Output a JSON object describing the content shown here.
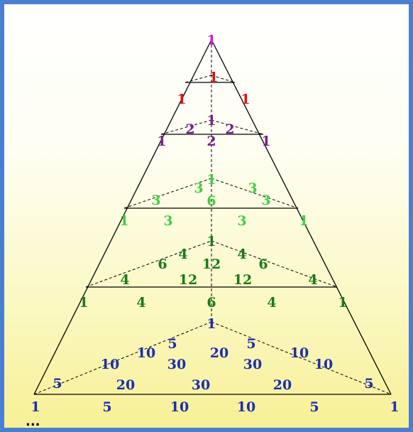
{
  "title": "",
  "colors": {
    "frame_border": "#4a7fd0",
    "edge_lines": "#000000",
    "layer_0": "#cc22cc",
    "layer_1": "#dd1111",
    "layer_2": "#7a1f8a",
    "layer_3": "#44cc44",
    "layer_4": "#1a7a1a",
    "layer_5": "#1a2fb0"
  },
  "layers": [
    {
      "level": 0,
      "color_key": "layer_0",
      "numbers": [
        "1"
      ]
    },
    {
      "level": 1,
      "color_key": "layer_1",
      "numbers": [
        "1",
        "1",
        "1"
      ]
    },
    {
      "level": 2,
      "color_key": "layer_2",
      "numbers": [
        "1",
        "2",
        "2",
        "1",
        "2",
        "1"
      ]
    },
    {
      "level": 3,
      "color_key": "layer_3",
      "numbers": [
        "1",
        "3",
        "3",
        "3",
        "6",
        "3",
        "1",
        "3",
        "3",
        "1"
      ]
    },
    {
      "level": 4,
      "color_key": "layer_4",
      "numbers": [
        "1",
        "4",
        "4",
        "6",
        "12",
        "6",
        "4",
        "12",
        "12",
        "4",
        "1",
        "4",
        "6",
        "4",
        "1"
      ]
    },
    {
      "level": 5,
      "color_key": "layer_5",
      "numbers": [
        "1",
        "5",
        "5",
        "10",
        "20",
        "10",
        "10",
        "30",
        "30",
        "10",
        "5",
        "20",
        "30",
        "20",
        "5",
        "1",
        "5",
        "10",
        "10",
        "5",
        "1"
      ]
    }
  ],
  "continuation": "..."
}
